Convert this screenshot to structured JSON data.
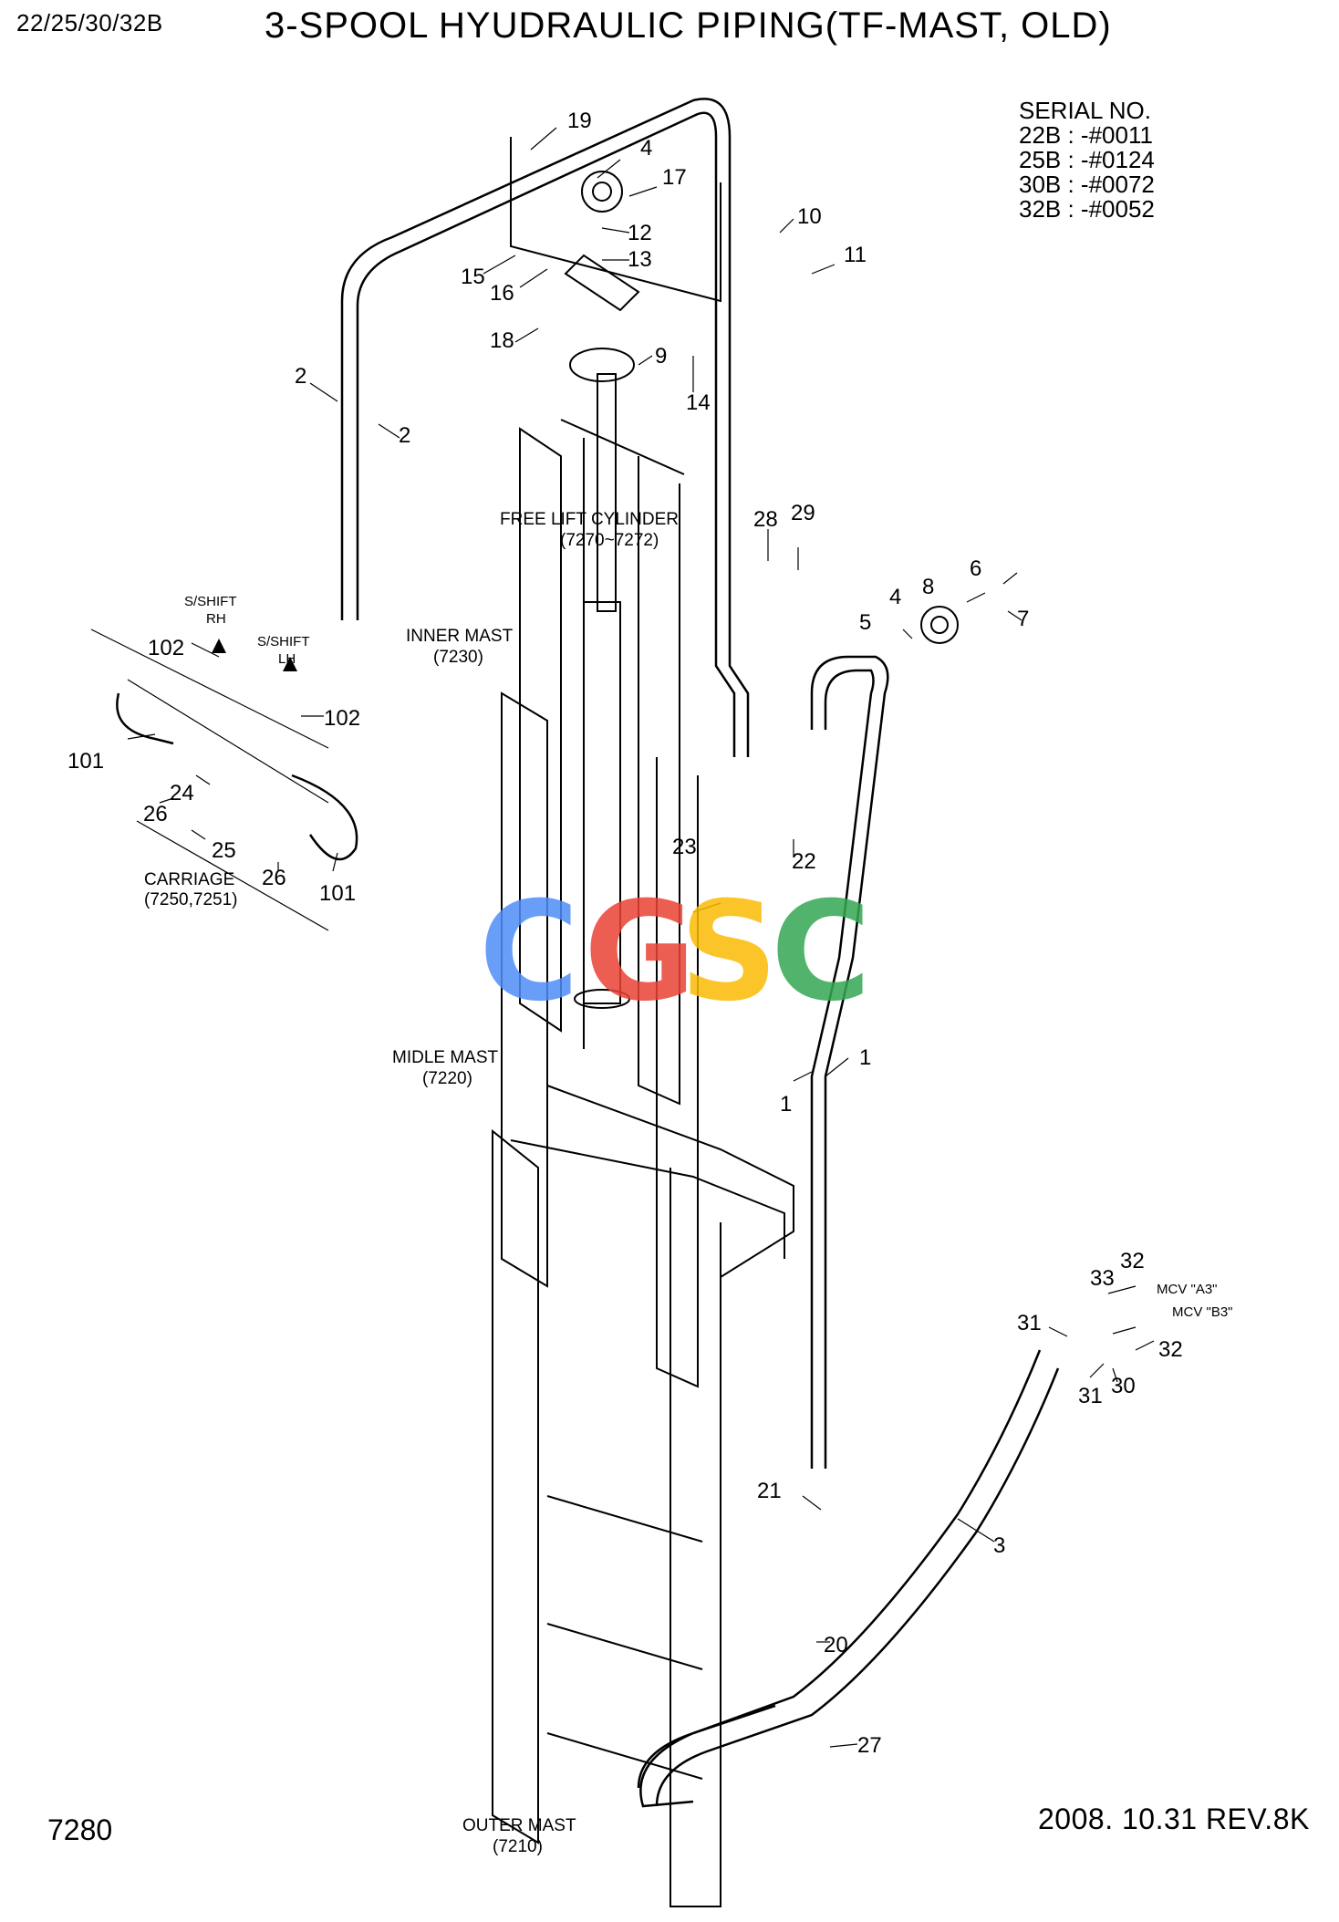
{
  "header": {
    "model_code": "22/25/30/32B",
    "title": "3-SPOOL HYUDRAULIC PIPING(TF-MAST, OLD)"
  },
  "serial": {
    "heading": "SERIAL NO.",
    "lines": [
      "22B : -#0011",
      "25B : -#0124",
      "30B : -#0072",
      "32B : -#0052"
    ]
  },
  "captions": {
    "free_lift_1": "FREE LIFT CYLINDER",
    "free_lift_2": "(7270~7272)",
    "inner_mast_1": "INNER MAST",
    "inner_mast_2": "(7230)",
    "middle_mast_1": "MIDLE MAST",
    "middle_mast_2": "(7220)",
    "outer_mast_1": "OUTER MAST",
    "outer_mast_2": "(7210)",
    "carriage_1": "CARRIAGE",
    "carriage_2": "(7250,7251)",
    "sshift_rh_1": "S/SHIFT",
    "sshift_rh_2": "RH",
    "sshift_lh_1": "S/SHIFT",
    "sshift_lh_2": "LH",
    "mcv_a3": "MCV \"A3\"",
    "mcv_b3": "MCV \"B3\""
  },
  "callouts": {
    "c19": "19",
    "c4a": "4",
    "c17": "17",
    "c12": "12",
    "c13": "13",
    "c15": "15",
    "c16": "16",
    "c18": "18",
    "c9": "9",
    "c14": "14",
    "c10": "10",
    "c11": "11",
    "c2a": "2",
    "c2b": "2",
    "c28": "28",
    "c29": "29",
    "c6": "6",
    "c8": "8",
    "c4b": "4",
    "c7": "7",
    "c5": "5",
    "c23": "23",
    "c22": "22",
    "c1a": "1",
    "c1b": "1",
    "c102a": "102",
    "c102b": "102",
    "c101a": "101",
    "c101b": "101",
    "c24": "24",
    "c26a": "26",
    "c26b": "26",
    "c25": "25",
    "c33": "33",
    "c32a": "32",
    "c32b": "32",
    "c31a": "31",
    "c31b": "31",
    "c30": "30",
    "c21": "21",
    "c3": "3",
    "c20": "20",
    "c27": "27"
  },
  "watermark": {
    "letters": [
      "C",
      "G",
      "S",
      "C"
    ],
    "colors": [
      "#4f8ef7",
      "#ea4335",
      "#fbbc05",
      "#34a853"
    ]
  },
  "footer": {
    "page": "7280",
    "revision": "2008. 10.31  REV.8K"
  }
}
